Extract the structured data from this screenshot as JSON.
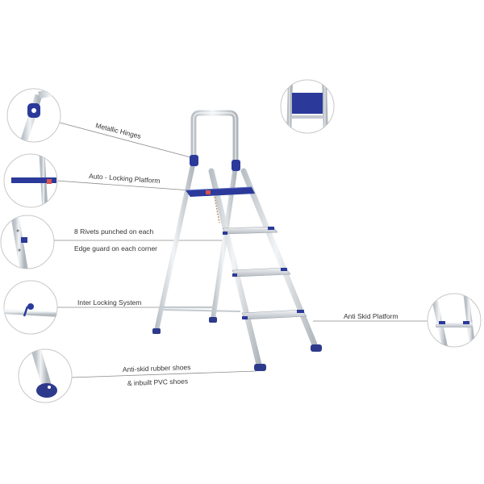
{
  "colors": {
    "aluminium": "#d9dde1",
    "aluminium_edge": "#9aa1a8",
    "aluminium_light": "#f1f3f5",
    "plastic_blue": "#2b3a9a",
    "rubber_blue": "#2d3a8c",
    "leader": "#8a8a8a",
    "label_text": "#333333"
  },
  "labels": {
    "metallic_hinges": "Metallic Hinges",
    "auto_locking": "Auto - Locking Platform",
    "rivets": "8 Rivets punched on each",
    "edge_guard": "Edge guard on each corner",
    "inter_locking": "Inter Locking System",
    "anti_skid_platform": "Anti Skid Platform",
    "rubber_shoes": "Anti-skid rubber shoes",
    "pvc_shoes": "& inbuilt PVC shoes"
  },
  "icons": [
    "hinge-detail-icon",
    "locking-platform-detail-icon",
    "rivet-detail-icon",
    "interlock-detail-icon",
    "rubber-shoe-detail-icon",
    "top-platform-detail-icon",
    "anti-skid-step-detail-icon"
  ]
}
